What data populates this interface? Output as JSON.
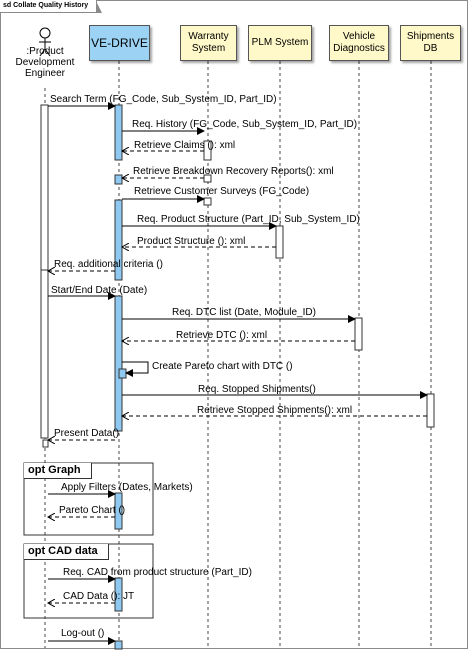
{
  "frame": {
    "title": "sd Collate Quality History"
  },
  "actor": {
    "label": ":Product Development Engineer"
  },
  "lifelines": [
    {
      "id": "vedrive",
      "label": "VE-DRIVE"
    },
    {
      "id": "warranty",
      "label": "Warranty System"
    },
    {
      "id": "plm",
      "label": "PLM System"
    },
    {
      "id": "vehicle",
      "label": "Vehicle Diagnostics"
    },
    {
      "id": "shipments",
      "label": "Shipments DB"
    }
  ],
  "messages": [
    "Search Term (FG_Code, Sub_System_ID, Part_ID)",
    "Req. History (FG_Code, Sub_System_ID, Part_ID)",
    "Retrieve Claims (): xml",
    "Retrieve Breakdown Recovery Reports(): xml",
    "Retrieve Customer Surveys (FG_Code)",
    "Req. Product Structure (Part_ID, Sub_System_ID)",
    "Product Structure (): xml",
    "Req. additional criteria ()",
    "Start/End Date (Date)",
    "Req. DTC list (Date, Module_ID)",
    "Retrieve DTC (): xml",
    "Create Pareto chart with DTC ()",
    "Req. Stopped Shipments()",
    "Retrieve Stopped Shipments(): xml",
    "Present Data()",
    "Apply Filters (Dates, Markets)",
    "Pareto Chart ()",
    "Req. CAD from product structure (Part_ID)",
    "CAD Data (): JT",
    "Log-out ()"
  ],
  "fragments": [
    {
      "label": "opt Graph"
    },
    {
      "label": "opt CAD data"
    }
  ],
  "colors": {
    "lifeline_blue": "#9cd3f5",
    "lifeline_yellow": "#fff8c8",
    "activation_blue": "#8fc8f0",
    "activation_white": "#ffffff"
  }
}
